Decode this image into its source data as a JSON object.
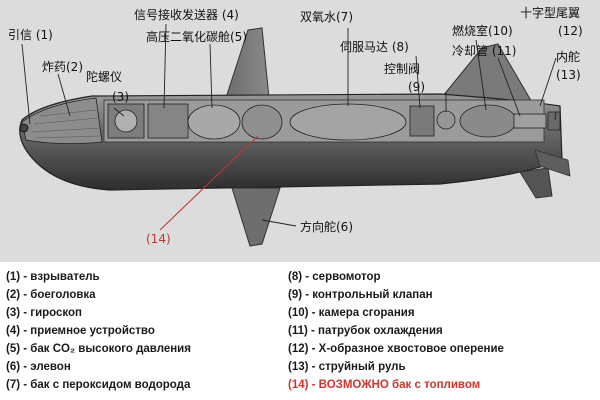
{
  "callouts": {
    "c1": "引信 (1)",
    "c2": "炸药(2)",
    "c3a": "陀螺仪",
    "c3b": "(3)",
    "c4": "信号接收发送器 (4)",
    "c5": "高压二氧化碳舱(5)",
    "c6": "方向舵(6)",
    "c7": "双氧水(7)",
    "c8": "伺服马达 (8)",
    "c9a": "控制阀",
    "c9b": "(9)",
    "c10": "燃烧室(10)",
    "c11": "冷却管 (11)",
    "c12a": "十字型尾翼",
    "c12b": "(12)",
    "c13a": "内舵",
    "c13b": "(13)",
    "c14": "(14)"
  },
  "legend": {
    "left": [
      "(1) - взрыватель",
      "(2) - боеголовка",
      "(3) - гироскоп",
      "(4) - приемное устройство",
      "(5) - бак CO₂ высокого давления",
      "(6) - элевон",
      "(7) - бак с пероксидом водорода"
    ],
    "right": [
      "(8)   - сервомотор",
      "(9)   - контрольный клапан",
      "(10) - камера сгорания",
      "(11) - патрубок охлаждения",
      "(12) - Х-образное хвостовое оперение",
      "(13) - струйный руль",
      "(14) - ВОЗМОЖНО бак с топливом"
    ]
  },
  "colors": {
    "background": "#dcdcdc",
    "body_fill": "#5a5a5a",
    "highlight_red": "#d0342c",
    "text": "#111111"
  }
}
